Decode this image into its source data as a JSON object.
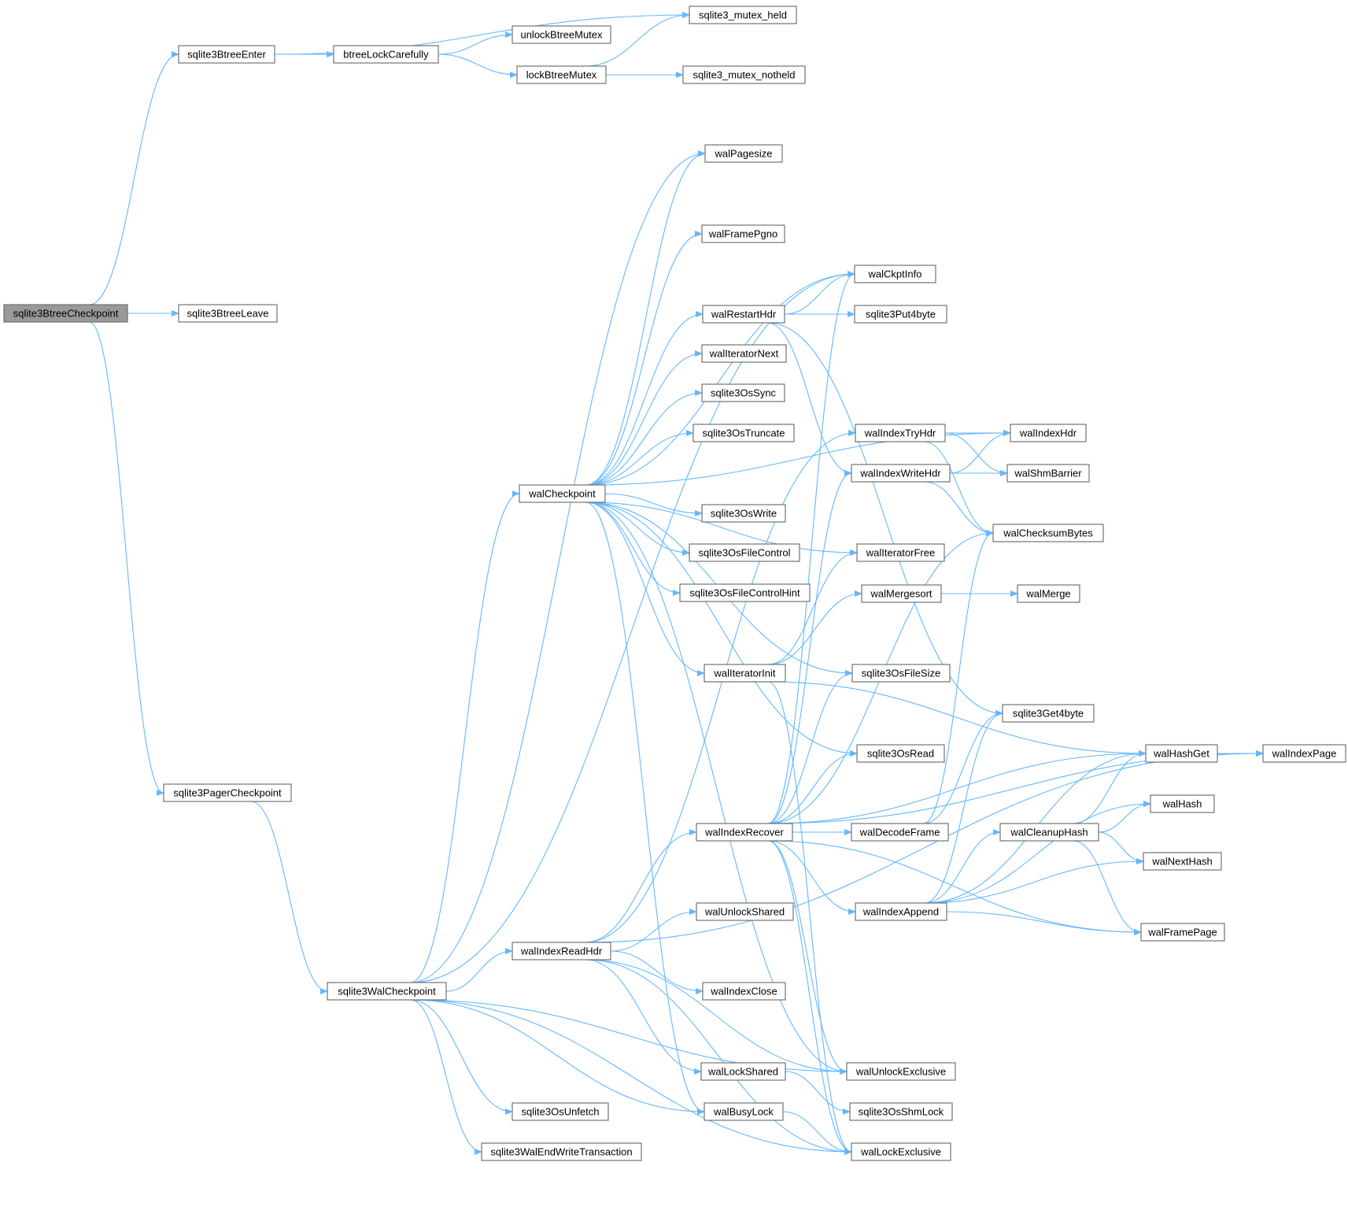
{
  "graph": {
    "title": "",
    "root": "sqlite3BtreeCheckpoint",
    "edge_color": "#63b8ff",
    "node_border_color": "#666666",
    "root_fill_color": "#999999",
    "nodes": [
      {
        "id": "sqlite3BtreeCheckpoint",
        "label": "sqlite3BtreeCheckpoint",
        "root": true
      },
      {
        "id": "sqlite3BtreeEnter",
        "label": "sqlite3BtreeEnter"
      },
      {
        "id": "sqlite3BtreeLeave",
        "label": "sqlite3BtreeLeave"
      },
      {
        "id": "sqlite3PagerCheckpoint",
        "label": "sqlite3PagerCheckpoint"
      },
      {
        "id": "btreeLockCarefully",
        "label": "btreeLockCarefully"
      },
      {
        "id": "sqlite3_mutex_held",
        "label": "sqlite3_mutex_held"
      },
      {
        "id": "unlockBtreeMutex",
        "label": "unlockBtreeMutex"
      },
      {
        "id": "lockBtreeMutex",
        "label": "lockBtreeMutex"
      },
      {
        "id": "sqlite3_mutex_notheld",
        "label": "sqlite3_mutex_notheld"
      },
      {
        "id": "sqlite3WalCheckpoint",
        "label": "sqlite3WalCheckpoint"
      },
      {
        "id": "walCheckpoint",
        "label": "walCheckpoint"
      },
      {
        "id": "walPagesize",
        "label": "walPagesize"
      },
      {
        "id": "walFramePgno",
        "label": "walFramePgno"
      },
      {
        "id": "walCkptInfo",
        "label": "walCkptInfo"
      },
      {
        "id": "walRestartHdr",
        "label": "walRestartHdr"
      },
      {
        "id": "sqlite3Put4byte",
        "label": "sqlite3Put4byte"
      },
      {
        "id": "walIteratorNext",
        "label": "walIteratorNext"
      },
      {
        "id": "sqlite3OsSync",
        "label": "sqlite3OsSync"
      },
      {
        "id": "sqlite3OsTruncate",
        "label": "sqlite3OsTruncate"
      },
      {
        "id": "walIndexTryHdr",
        "label": "walIndexTryHdr"
      },
      {
        "id": "walIndexHdr",
        "label": "walIndexHdr"
      },
      {
        "id": "walIndexWriteHdr",
        "label": "walIndexWriteHdr"
      },
      {
        "id": "walShmBarrier",
        "label": "walShmBarrier"
      },
      {
        "id": "sqlite3OsWrite",
        "label": "sqlite3OsWrite"
      },
      {
        "id": "walChecksumBytes",
        "label": "walChecksumBytes"
      },
      {
        "id": "sqlite3OsFileControl",
        "label": "sqlite3OsFileControl"
      },
      {
        "id": "walIteratorFree",
        "label": "walIteratorFree"
      },
      {
        "id": "sqlite3OsFileControlHint",
        "label": "sqlite3OsFileControlHint"
      },
      {
        "id": "walMergesort",
        "label": "walMergesort"
      },
      {
        "id": "walMerge",
        "label": "walMerge"
      },
      {
        "id": "walIteratorInit",
        "label": "walIteratorInit"
      },
      {
        "id": "sqlite3OsFileSize",
        "label": "sqlite3OsFileSize"
      },
      {
        "id": "sqlite3Get4byte",
        "label": "sqlite3Get4byte"
      },
      {
        "id": "sqlite3OsRead",
        "label": "sqlite3OsRead"
      },
      {
        "id": "walHashGet",
        "label": "walHashGet"
      },
      {
        "id": "walIndexPage",
        "label": "walIndexPage"
      },
      {
        "id": "walHash",
        "label": "walHash"
      },
      {
        "id": "walIndexRecover",
        "label": "walIndexRecover"
      },
      {
        "id": "walDecodeFrame",
        "label": "walDecodeFrame"
      },
      {
        "id": "walCleanupHash",
        "label": "walCleanupHash"
      },
      {
        "id": "walNextHash",
        "label": "walNextHash"
      },
      {
        "id": "walIndexAppend",
        "label": "walIndexAppend"
      },
      {
        "id": "walUnlockShared",
        "label": "walUnlockShared"
      },
      {
        "id": "walFramePage",
        "label": "walFramePage"
      },
      {
        "id": "walIndexReadHdr",
        "label": "walIndexReadHdr"
      },
      {
        "id": "walIndexClose",
        "label": "walIndexClose"
      },
      {
        "id": "walLockShared",
        "label": "walLockShared"
      },
      {
        "id": "walUnlockExclusive",
        "label": "walUnlockExclusive"
      },
      {
        "id": "sqlite3OsUnfetch",
        "label": "sqlite3OsUnfetch"
      },
      {
        "id": "walBusyLock",
        "label": "walBusyLock"
      },
      {
        "id": "sqlite3OsShmLock",
        "label": "sqlite3OsShmLock"
      },
      {
        "id": "sqlite3WalEndWriteTransaction",
        "label": "sqlite3WalEndWriteTransaction"
      },
      {
        "id": "walLockExclusive",
        "label": "walLockExclusive"
      }
    ],
    "edges": [
      [
        "sqlite3BtreeCheckpoint",
        "sqlite3BtreeEnter"
      ],
      [
        "sqlite3BtreeCheckpoint",
        "sqlite3BtreeLeave"
      ],
      [
        "sqlite3BtreeCheckpoint",
        "sqlite3PagerCheckpoint"
      ],
      [
        "sqlite3BtreeEnter",
        "sqlite3_mutex_held"
      ],
      [
        "sqlite3BtreeEnter",
        "btreeLockCarefully"
      ],
      [
        "btreeLockCarefully",
        "unlockBtreeMutex"
      ],
      [
        "btreeLockCarefully",
        "lockBtreeMutex"
      ],
      [
        "lockBtreeMutex",
        "sqlite3_mutex_held"
      ],
      [
        "lockBtreeMutex",
        "sqlite3_mutex_notheld"
      ],
      [
        "sqlite3PagerCheckpoint",
        "sqlite3WalCheckpoint"
      ],
      [
        "sqlite3WalCheckpoint",
        "walPagesize"
      ],
      [
        "sqlite3WalCheckpoint",
        "walCkptInfo"
      ],
      [
        "sqlite3WalCheckpoint",
        "walCheckpoint"
      ],
      [
        "sqlite3WalCheckpoint",
        "walIndexReadHdr"
      ],
      [
        "sqlite3WalCheckpoint",
        "walUnlockExclusive"
      ],
      [
        "sqlite3WalCheckpoint",
        "walBusyLock"
      ],
      [
        "sqlite3WalCheckpoint",
        "sqlite3OsUnfetch"
      ],
      [
        "sqlite3WalCheckpoint",
        "sqlite3WalEndWriteTransaction"
      ],
      [
        "sqlite3WalCheckpoint",
        "walLockExclusive"
      ],
      [
        "walCheckpoint",
        "walPagesize"
      ],
      [
        "walCheckpoint",
        "walFramePgno"
      ],
      [
        "walCheckpoint",
        "walCkptInfo"
      ],
      [
        "walCheckpoint",
        "walRestartHdr"
      ],
      [
        "walCheckpoint",
        "walIteratorNext"
      ],
      [
        "walCheckpoint",
        "sqlite3OsSync"
      ],
      [
        "walCheckpoint",
        "sqlite3OsTruncate"
      ],
      [
        "walCheckpoint",
        "walIndexHdr"
      ],
      [
        "walCheckpoint",
        "sqlite3OsWrite"
      ],
      [
        "walCheckpoint",
        "sqlite3OsFileControl"
      ],
      [
        "walCheckpoint",
        "walIteratorFree"
      ],
      [
        "walCheckpoint",
        "sqlite3OsFileControlHint"
      ],
      [
        "walCheckpoint",
        "walIteratorInit"
      ],
      [
        "walCheckpoint",
        "sqlite3OsFileSize"
      ],
      [
        "walCheckpoint",
        "sqlite3OsRead"
      ],
      [
        "walCheckpoint",
        "walUnlockExclusive"
      ],
      [
        "walCheckpoint",
        "walBusyLock"
      ],
      [
        "walRestartHdr",
        "walCkptInfo"
      ],
      [
        "walRestartHdr",
        "sqlite3Put4byte"
      ],
      [
        "walRestartHdr",
        "walIndexWriteHdr"
      ],
      [
        "walRestartHdr",
        "sqlite3Get4byte"
      ],
      [
        "walIndexTryHdr",
        "walIndexHdr"
      ],
      [
        "walIndexTryHdr",
        "walShmBarrier"
      ],
      [
        "walIndexTryHdr",
        "walChecksumBytes"
      ],
      [
        "walIndexWriteHdr",
        "walIndexHdr"
      ],
      [
        "walIndexWriteHdr",
        "walShmBarrier"
      ],
      [
        "walIndexWriteHdr",
        "walChecksumBytes"
      ],
      [
        "walMergesort",
        "walMerge"
      ],
      [
        "walIteratorInit",
        "walIteratorFree"
      ],
      [
        "walIteratorInit",
        "walMergesort"
      ],
      [
        "walIteratorInit",
        "walHashGet"
      ],
      [
        "walIteratorInit",
        "walLockExclusive"
      ],
      [
        "walHashGet",
        "walIndexPage"
      ],
      [
        "walIndexRecover",
        "walCkptInfo"
      ],
      [
        "walIndexRecover",
        "walIndexWriteHdr"
      ],
      [
        "walIndexRecover",
        "sqlite3OsFileSize"
      ],
      [
        "walIndexRecover",
        "sqlite3OsRead"
      ],
      [
        "walIndexRecover",
        "walChecksumBytes"
      ],
      [
        "walIndexRecover",
        "walDecodeFrame"
      ],
      [
        "walIndexRecover",
        "walHashGet"
      ],
      [
        "walIndexRecover",
        "walIndexAppend"
      ],
      [
        "walIndexRecover",
        "walFramePage"
      ],
      [
        "walIndexRecover",
        "walUnlockExclusive"
      ],
      [
        "walIndexRecover",
        "walLockExclusive"
      ],
      [
        "walIndexRecover",
        "walIndexPage"
      ],
      [
        "walDecodeFrame",
        "sqlite3Get4byte"
      ],
      [
        "walDecodeFrame",
        "walChecksumBytes"
      ],
      [
        "walIndexAppend",
        "sqlite3Get4byte"
      ],
      [
        "walIndexAppend",
        "walHashGet"
      ],
      [
        "walIndexAppend",
        "walHash"
      ],
      [
        "walIndexAppend",
        "walCleanupHash"
      ],
      [
        "walIndexAppend",
        "walNextHash"
      ],
      [
        "walIndexAppend",
        "walFramePage"
      ],
      [
        "walCleanupHash",
        "walHashGet"
      ],
      [
        "walCleanupHash",
        "walHash"
      ],
      [
        "walCleanupHash",
        "walNextHash"
      ],
      [
        "walCleanupHash",
        "walFramePage"
      ],
      [
        "walIndexReadHdr",
        "walIndexTryHdr"
      ],
      [
        "walIndexReadHdr",
        "walIndexPage"
      ],
      [
        "walIndexReadHdr",
        "walIndexRecover"
      ],
      [
        "walIndexReadHdr",
        "walUnlockShared"
      ],
      [
        "walIndexReadHdr",
        "walIndexClose"
      ],
      [
        "walIndexReadHdr",
        "walLockShared"
      ],
      [
        "walIndexReadHdr",
        "walUnlockExclusive"
      ],
      [
        "walIndexReadHdr",
        "walLockExclusive"
      ],
      [
        "walLockShared",
        "sqlite3OsShmLock"
      ],
      [
        "walBusyLock",
        "walLockExclusive"
      ]
    ]
  }
}
